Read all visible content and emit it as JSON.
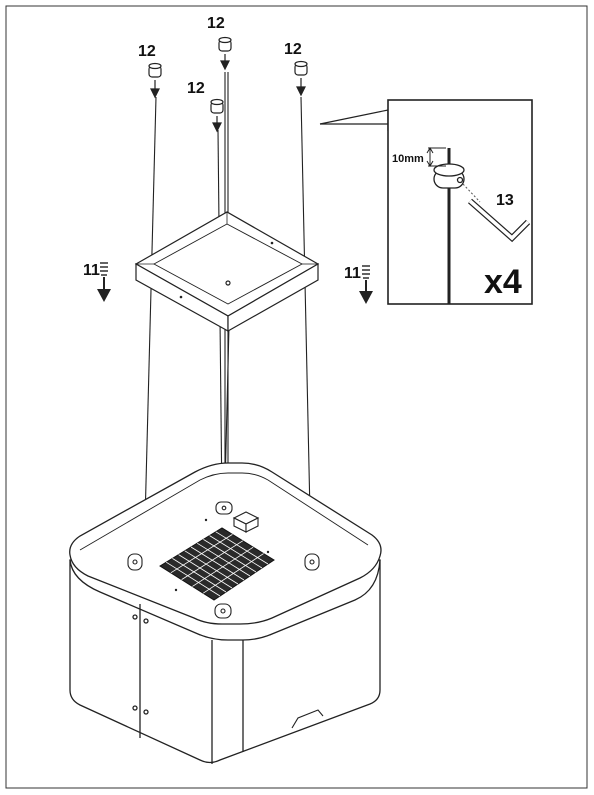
{
  "labels": {
    "part_12": "12",
    "part_11": "11",
    "part_13": "13",
    "measurement": "10mm",
    "quantity": "x4"
  },
  "colors": {
    "line": "#1a1a1a",
    "background": "#ffffff"
  }
}
